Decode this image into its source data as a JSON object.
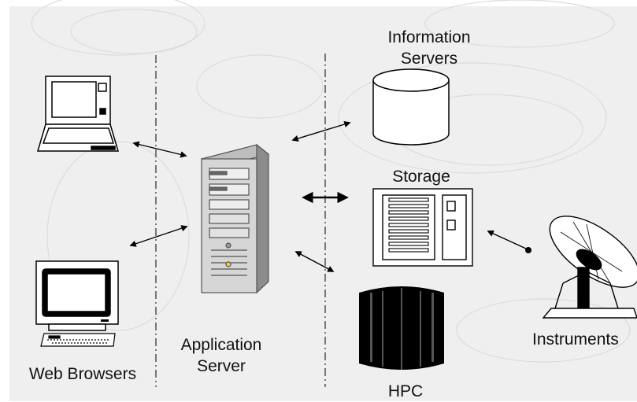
{
  "labels": {
    "information_servers": [
      "Information",
      "Servers"
    ],
    "storage": "Storage",
    "web_browsers": "Web Browsers",
    "application_server": [
      "Application",
      "Server"
    ],
    "hpc": "HPC",
    "instruments": "Instruments"
  },
  "colors": {
    "background": "#efefef",
    "swirl": "#dcdcdc",
    "line": "#000000",
    "device_fill": "#ffffff",
    "server_body": "#d6d6d6",
    "server_dark": "#9a9a9a",
    "hpc_fill": "#000000"
  },
  "icons": [
    "laptop-icon",
    "desktop-monitor-icon",
    "keyboard-icon",
    "tower-server-icon",
    "database-cylinder-icon",
    "storage-array-icon",
    "hpc-cluster-icon",
    "satellite-dish-icon"
  ]
}
